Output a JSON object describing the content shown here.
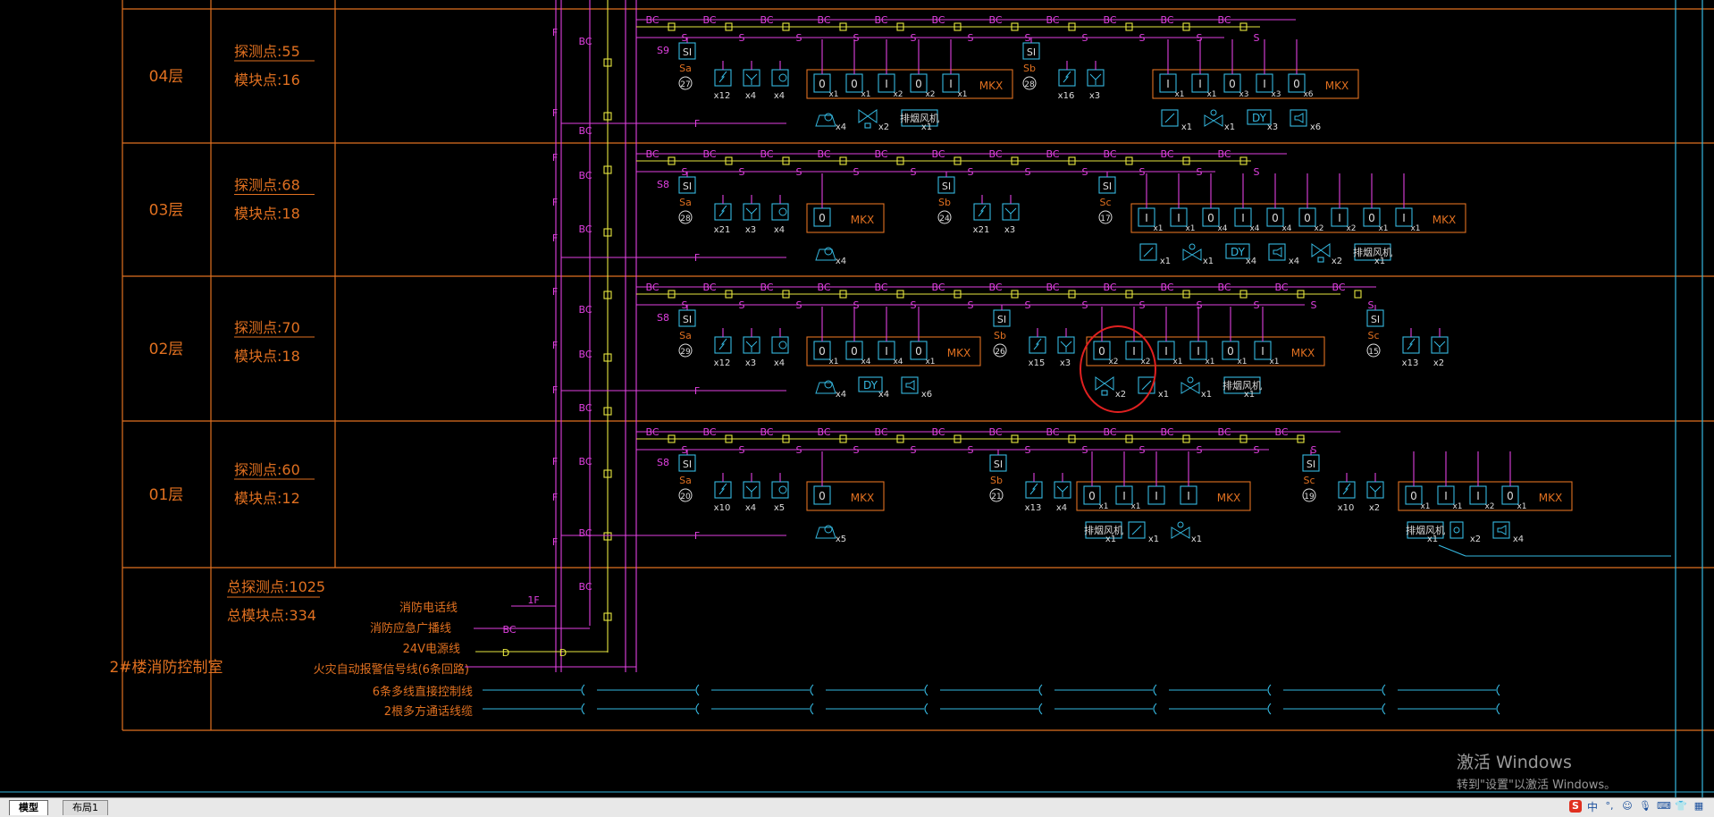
{
  "rows": [
    {
      "id": "04",
      "floor": "04层",
      "detect": "探测点:55",
      "module": "模块点:16",
      "s_main": "S9",
      "groups": [
        {
          "label": "Sa",
          "num": "27",
          "devices": [
            {
              "sym": "heat",
              "q": "x12"
            },
            {
              "sym": "smoke",
              "q": "x4"
            },
            {
              "sym": "bell",
              "q": "x4"
            }
          ],
          "mods": [
            "0",
            "0",
            "I",
            "0",
            "I"
          ],
          "modq": [
            "x1",
            "x1",
            "x2",
            "x2",
            "x1"
          ],
          "sub": [
            {
              "sym": "pump",
              "q": "x4"
            },
            {
              "sym": "valve",
              "q": "x2"
            },
            {
              "sym": "fan",
              "q": "x1"
            }
          ]
        },
        {
          "label": "Sb",
          "num": "28",
          "devices": [
            {
              "sym": "heat",
              "q": "x16"
            },
            {
              "sym": "smoke",
              "q": "x3"
            }
          ],
          "mods": [
            "I",
            "I",
            "0",
            "I",
            "0"
          ],
          "modq": [
            "x1",
            "x1",
            "x3",
            "x3",
            "x6"
          ],
          "sub": [
            {
              "sym": "sw",
              "q": "x1"
            },
            {
              "sym": "fvalve",
              "q": "x1"
            },
            {
              "sym": "dy",
              "q": "x3"
            },
            {
              "sym": "horn",
              "q": "x6"
            }
          ]
        }
      ]
    },
    {
      "id": "03",
      "floor": "03层",
      "detect": "探测点:68",
      "module": "模块点:18",
      "s_main": "S8",
      "groups": [
        {
          "label": "Sa",
          "num": "28",
          "devices": [
            {
              "sym": "heat",
              "q": "x21"
            },
            {
              "sym": "smoke",
              "q": "x3"
            },
            {
              "sym": "bell",
              "q": "x4"
            }
          ],
          "mods": [
            "0"
          ],
          "modq": [
            ""
          ],
          "sub": [
            {
              "sym": "pump",
              "q": "x4"
            }
          ]
        },
        {
          "label": "Sb",
          "num": "24",
          "devices": [
            {
              "sym": "heat",
              "q": "x21"
            },
            {
              "sym": "smoke",
              "q": "x3"
            }
          ],
          "mods": [],
          "modq": [],
          "sub": []
        },
        {
          "label": "Sc",
          "num": "17",
          "devices": [],
          "mods": [
            "I",
            "I",
            "0",
            "I",
            "0",
            "0",
            "I",
            "0",
            "I"
          ],
          "modq": [
            "x1",
            "x1",
            "x4",
            "x4",
            "x4",
            "x2",
            "x2",
            "x1",
            "x1"
          ],
          "sub": [
            {
              "sym": "sw",
              "q": "x1"
            },
            {
              "sym": "fvalve",
              "q": "x1"
            },
            {
              "sym": "dy",
              "q": "x4"
            },
            {
              "sym": "horn",
              "q": "x4"
            },
            {
              "sym": "valve",
              "q": "x2"
            },
            {
              "sym": "fan",
              "q": "x1"
            }
          ]
        }
      ]
    },
    {
      "id": "02",
      "floor": "02层",
      "detect": "探测点:70",
      "module": "模块点:18",
      "s_main": "S8",
      "groups": [
        {
          "label": "Sa",
          "num": "29",
          "devices": [
            {
              "sym": "heat",
              "q": "x12"
            },
            {
              "sym": "smoke",
              "q": "x3"
            },
            {
              "sym": "bell",
              "q": "x4"
            }
          ],
          "mods": [
            "0",
            "0",
            "I",
            "0"
          ],
          "modq": [
            "x1",
            "x4",
            "x4",
            "x1"
          ],
          "sub": [
            {
              "sym": "pump",
              "q": "x4"
            },
            {
              "sym": "dy",
              "q": "x4"
            },
            {
              "sym": "horn",
              "q": "x6"
            }
          ]
        },
        {
          "label": "Sb",
          "num": "26",
          "devices": [
            {
              "sym": "heat",
              "q": "x15"
            },
            {
              "sym": "smoke",
              "q": "x3"
            }
          ],
          "mods": [
            "0",
            "I",
            "I",
            "I",
            "0",
            "I"
          ],
          "modq": [
            "x2",
            "x2",
            "x1",
            "x1",
            "x1",
            "x1"
          ],
          "sub": [
            {
              "sym": "valve",
              "q": "x2"
            },
            {
              "sym": "sw",
              "q": "x1"
            },
            {
              "sym": "fvalve",
              "q": "x1"
            },
            {
              "sym": "fan",
              "q": "x1"
            }
          ]
        },
        {
          "label": "Sc",
          "num": "15",
          "devices": [
            {
              "sym": "heat",
              "q": "x13"
            },
            {
              "sym": "smoke",
              "q": "x2"
            }
          ],
          "mods": [],
          "modq": [],
          "sub": []
        }
      ]
    },
    {
      "id": "01",
      "floor": "01层",
      "detect": "探测点:60",
      "module": "模块点:12",
      "s_main": "S8",
      "groups": [
        {
          "label": "Sa",
          "num": "20",
          "devices": [
            {
              "sym": "heat",
              "q": "x10"
            },
            {
              "sym": "smoke",
              "q": "x4"
            },
            {
              "sym": "bell",
              "q": "x5"
            }
          ],
          "mods": [
            "0"
          ],
          "modq": [
            ""
          ],
          "sub": [
            {
              "sym": "pump",
              "q": "x5"
            }
          ]
        },
        {
          "label": "Sb",
          "num": "21",
          "devices": [
            {
              "sym": "heat",
              "q": "x13"
            },
            {
              "sym": "smoke",
              "q": "x4"
            }
          ],
          "mods": [
            "0",
            "I",
            "I",
            "I"
          ],
          "modq": [
            "x1",
            "x1",
            "",
            ""
          ],
          "sub": [
            {
              "sym": "fan",
              "q": "x1"
            },
            {
              "sym": "sw",
              "q": "x1"
            },
            {
              "sym": "fvalve",
              "q": "x1"
            }
          ]
        },
        {
          "label": "Sc",
          "num": "19",
          "devices": [
            {
              "sym": "heat",
              "q": "x10"
            },
            {
              "sym": "smoke",
              "q": "x2"
            }
          ],
          "mods": [
            "0",
            "I",
            "I",
            "0"
          ],
          "modq": [
            "x1",
            "x1",
            "x2",
            "x1"
          ],
          "sub": [
            {
              "sym": "exhaust",
              "q": "x1"
            },
            {
              "sym": "lamp",
              "q": "x2"
            },
            {
              "sym": "horn",
              "q": "x4"
            }
          ]
        }
      ]
    }
  ],
  "mkx_label": "MKX",
  "si_label": "SI",
  "dy_label": "DY",
  "exhaust_label": "排烟风机",
  "fan_label": "排烟风机",
  "bus_labels": {
    "bc": "BC",
    "d": "D",
    "s": "S",
    "f": "F",
    "f1": "1F"
  },
  "control_room": {
    "title": "2#楼消防控制室",
    "total_detect": "总探测点:1025",
    "total_module": "总模块点:334",
    "legend": [
      "消防电话线",
      "消防应急广播线",
      "24V电源线",
      "火灾自动报警信号线(6条回路)",
      "6条多线直接控制线",
      "2根多方通话线缆"
    ]
  },
  "tabs": {
    "model": "模型",
    "layout": "布局1"
  },
  "watermark": {
    "title": "激活 Windows",
    "sub": "转到\"设置\"以激活 Windows。"
  },
  "tray": {
    "ime": "中"
  },
  "colors": {
    "orange": "#e07020",
    "cyan": "#35b8e0",
    "magenta": "#e040e0",
    "yellow": "#e6e640",
    "red": "#e02020"
  }
}
